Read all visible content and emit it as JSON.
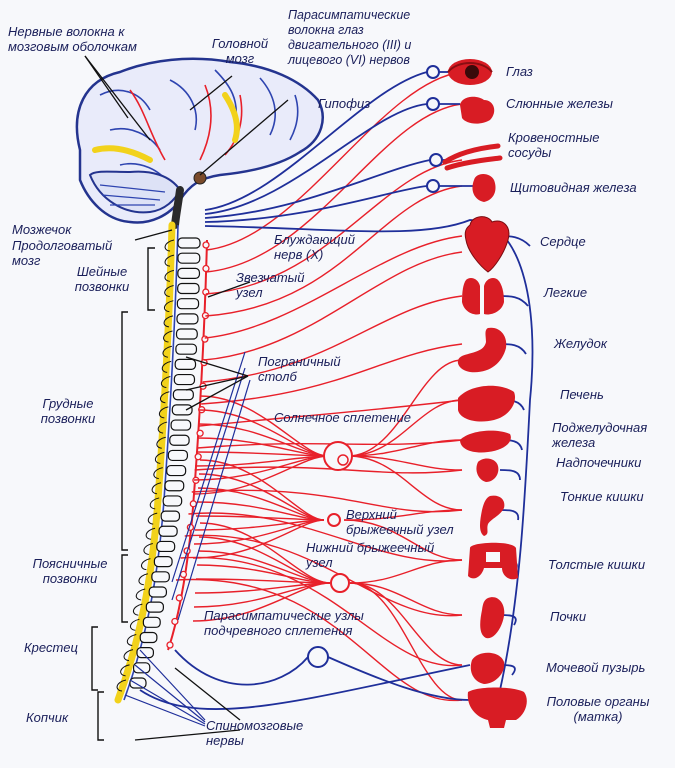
{
  "labels": {
    "nerve_fibers": "Нервные волокна к мозговым оболочкам",
    "brain": "Головной мозг",
    "parasympathetic_eye_fibers": "Парасимпатические волокна глаз двигательного (III) и лицевого (VI) нервов",
    "pituitary": "Гипофиз",
    "cerebellum": "Мозжечок",
    "medulla": "Продолговатый мозг",
    "cervical_vertebrae": "Шейные позвонки",
    "vagus_nerve": "Блуждающий нерв (X)",
    "stellate_ganglion": "Звезчатый узел",
    "border_column": "Пограничный столб",
    "thoracic_vertebrae": "Грудные позвонки",
    "solar_plexus": "Солнечное сплетение",
    "superior_mesenteric": "Верхний брыжеечный узел",
    "inferior_mesenteric": "Нижний брыжеечный узел",
    "lumbar_vertebrae": "Поясничные позвонки",
    "sacrum": "Крестец",
    "hypogastric_ganglia": "Парасимпатические узлы подчревного сплетения",
    "coccyx": "Копчик",
    "spinal_nerves": "Спиномозговые нервы"
  },
  "organs": [
    {
      "label": "Глаз",
      "icon": "eye-icon"
    },
    {
      "label": "Слюнные железы",
      "icon": "salivary-gland-icon"
    },
    {
      "label": "Кровеностные сосуды",
      "icon": "blood-vessels-icon"
    },
    {
      "label": "Щитовидная железа",
      "icon": "thyroid-icon"
    },
    {
      "label": "Сердце",
      "icon": "heart-icon"
    },
    {
      "label": "Легкие",
      "icon": "lungs-icon"
    },
    {
      "label": "Желудок",
      "icon": "stomach-icon"
    },
    {
      "label": "Печень",
      "icon": "liver-icon"
    },
    {
      "label": "Поджелудочная железа",
      "icon": "pancreas-icon"
    },
    {
      "label": "Надпочечники",
      "icon": "adrenal-icon"
    },
    {
      "label": "Тонкие кишки",
      "icon": "small-intestine-icon"
    },
    {
      "label": "Толстые кишки",
      "icon": "large-intestine-icon"
    },
    {
      "label": "Почки",
      "icon": "kidney-icon"
    },
    {
      "label": "Мочевой пузырь",
      "icon": "bladder-icon"
    },
    {
      "label": "Половые органы (матка)",
      "icon": "uterus-icon"
    }
  ],
  "colors": {
    "sympathetic": "#e8202a",
    "parasympathetic": "#1f2f9a",
    "spinal_cord": "#f2d21b",
    "label_text": "#1a1f5a"
  }
}
